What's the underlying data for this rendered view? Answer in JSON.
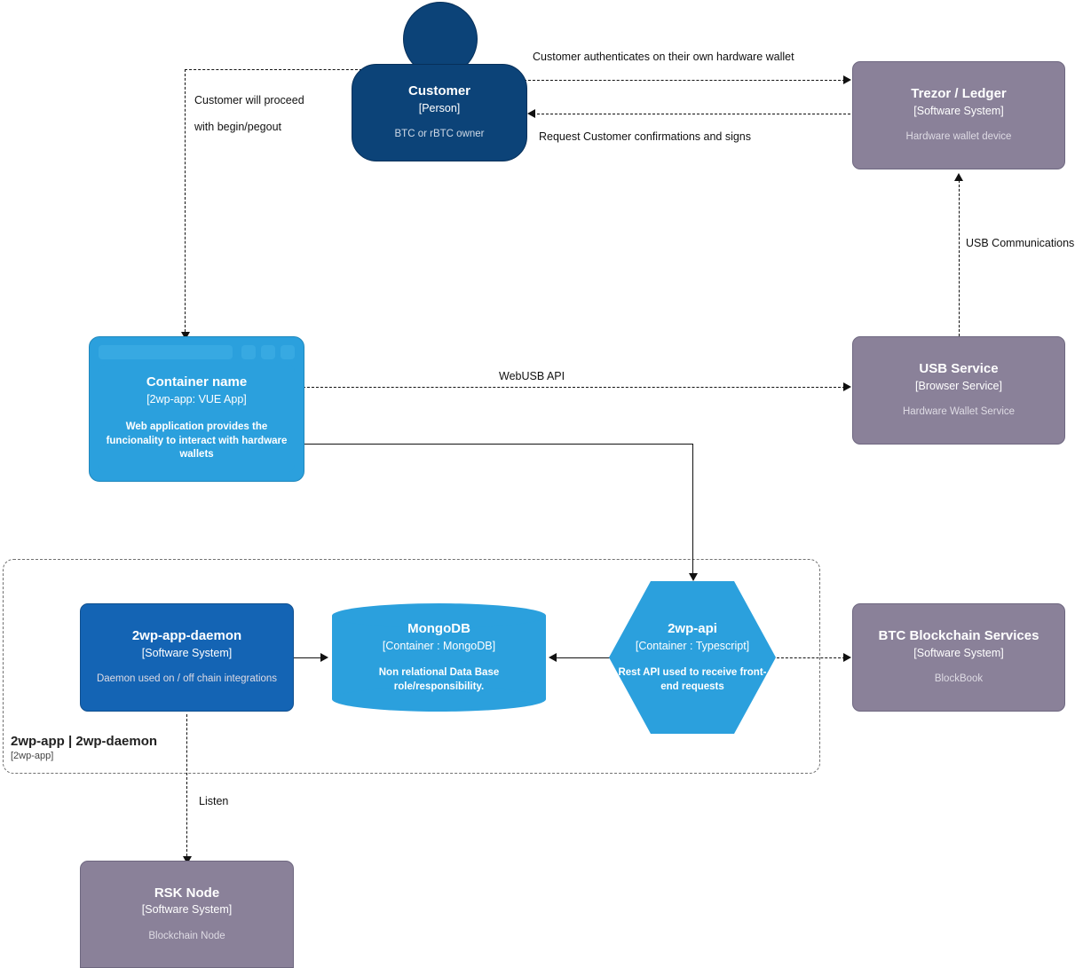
{
  "diagram": {
    "type": "C4 container diagram",
    "boundary": {
      "name": "2wp-app | 2wp-daemon",
      "tech": "[2wp-app]"
    }
  },
  "nodes": {
    "customer": {
      "title": "Customer",
      "tech": "[Person]",
      "desc": "BTC or rBTC owner",
      "color": "#0c4378"
    },
    "trezor_ledger": {
      "title": "Trezor / Ledger",
      "tech": "[Software System]",
      "desc": "Hardware wallet device",
      "color": "#8a8199"
    },
    "container_name": {
      "title": "Container name",
      "tech": "[2wp-app: VUE App]",
      "desc": "Web application provides the funcionality to interact with hardware wallets",
      "color": "#2ba0dd"
    },
    "usb_service": {
      "title": "USB Service",
      "tech": "[Browser Service]",
      "desc": "Hardware Wallet Service",
      "color": "#8a8199"
    },
    "daemon": {
      "title": "2wp-app-daemon",
      "tech": "[Software System]",
      "desc": "Daemon used on / off chain integrations",
      "color": "#1464b4"
    },
    "mongodb": {
      "title": "MongoDB",
      "tech": "[Container : MongoDB]",
      "desc": "Non relational Data Base role/responsibility.",
      "color": "#2ba0dd"
    },
    "api": {
      "title": "2wp-api",
      "tech": "[Container : Typescript]",
      "desc": "Rest API used to receive front-end requests",
      "color": "#2ba0dd"
    },
    "btc_services": {
      "title": "BTC Blockchain Services",
      "tech": "[Software System]",
      "desc": "BlockBook",
      "color": "#8a8199"
    },
    "rsk_node": {
      "title": "RSK Node",
      "tech": "[Software System]",
      "desc": "Blockchain Node",
      "color": "#8a8199"
    }
  },
  "edges": {
    "customer_authenticates": "Customer authenticates on their own hardware wallet",
    "request_confirmations": "Request Customer confirmations and signs",
    "customer_proceed_line1": "Customer will proceed",
    "customer_proceed_line2": "with begin/pegout",
    "usb_communications": "USB Communications",
    "webusb_api": "WebUSB API",
    "listen": "Listen"
  }
}
